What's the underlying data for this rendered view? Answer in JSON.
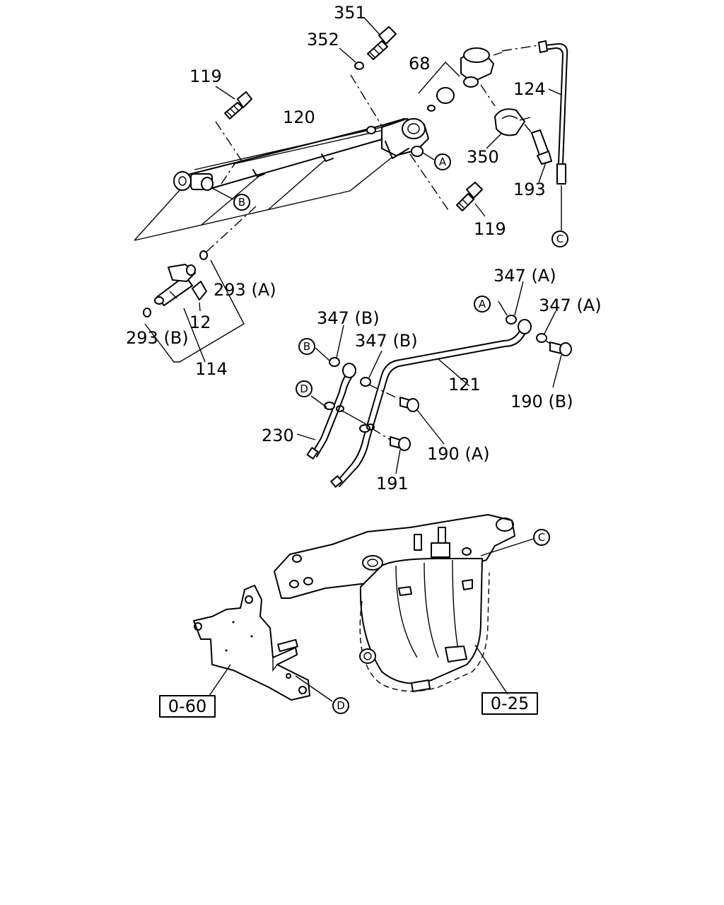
{
  "labels": {
    "p351": "351",
    "p352": "352",
    "p68": "68",
    "p119a": "119",
    "p120": "120",
    "p124": "124",
    "p350": "350",
    "p193": "193",
    "p119b": "119",
    "p293a": "293 (A)",
    "p12": "12",
    "p293b": "293 (B)",
    "p114": "114",
    "p347a1": "347 (A)",
    "p347a2": "347 (A)",
    "p347b1": "347 (B)",
    "p347b2": "347 (B)",
    "p121": "121",
    "p190b": "190 (B)",
    "p230": "230",
    "p190a": "190 (A)",
    "p191": "191"
  },
  "markers": {
    "a1": "A",
    "b1": "B",
    "c1": "C",
    "a2": "A",
    "b2": "B",
    "d1": "D",
    "c2": "C",
    "d2": "D"
  },
  "refs": {
    "r060": "0-60",
    "r025": "0-25"
  }
}
